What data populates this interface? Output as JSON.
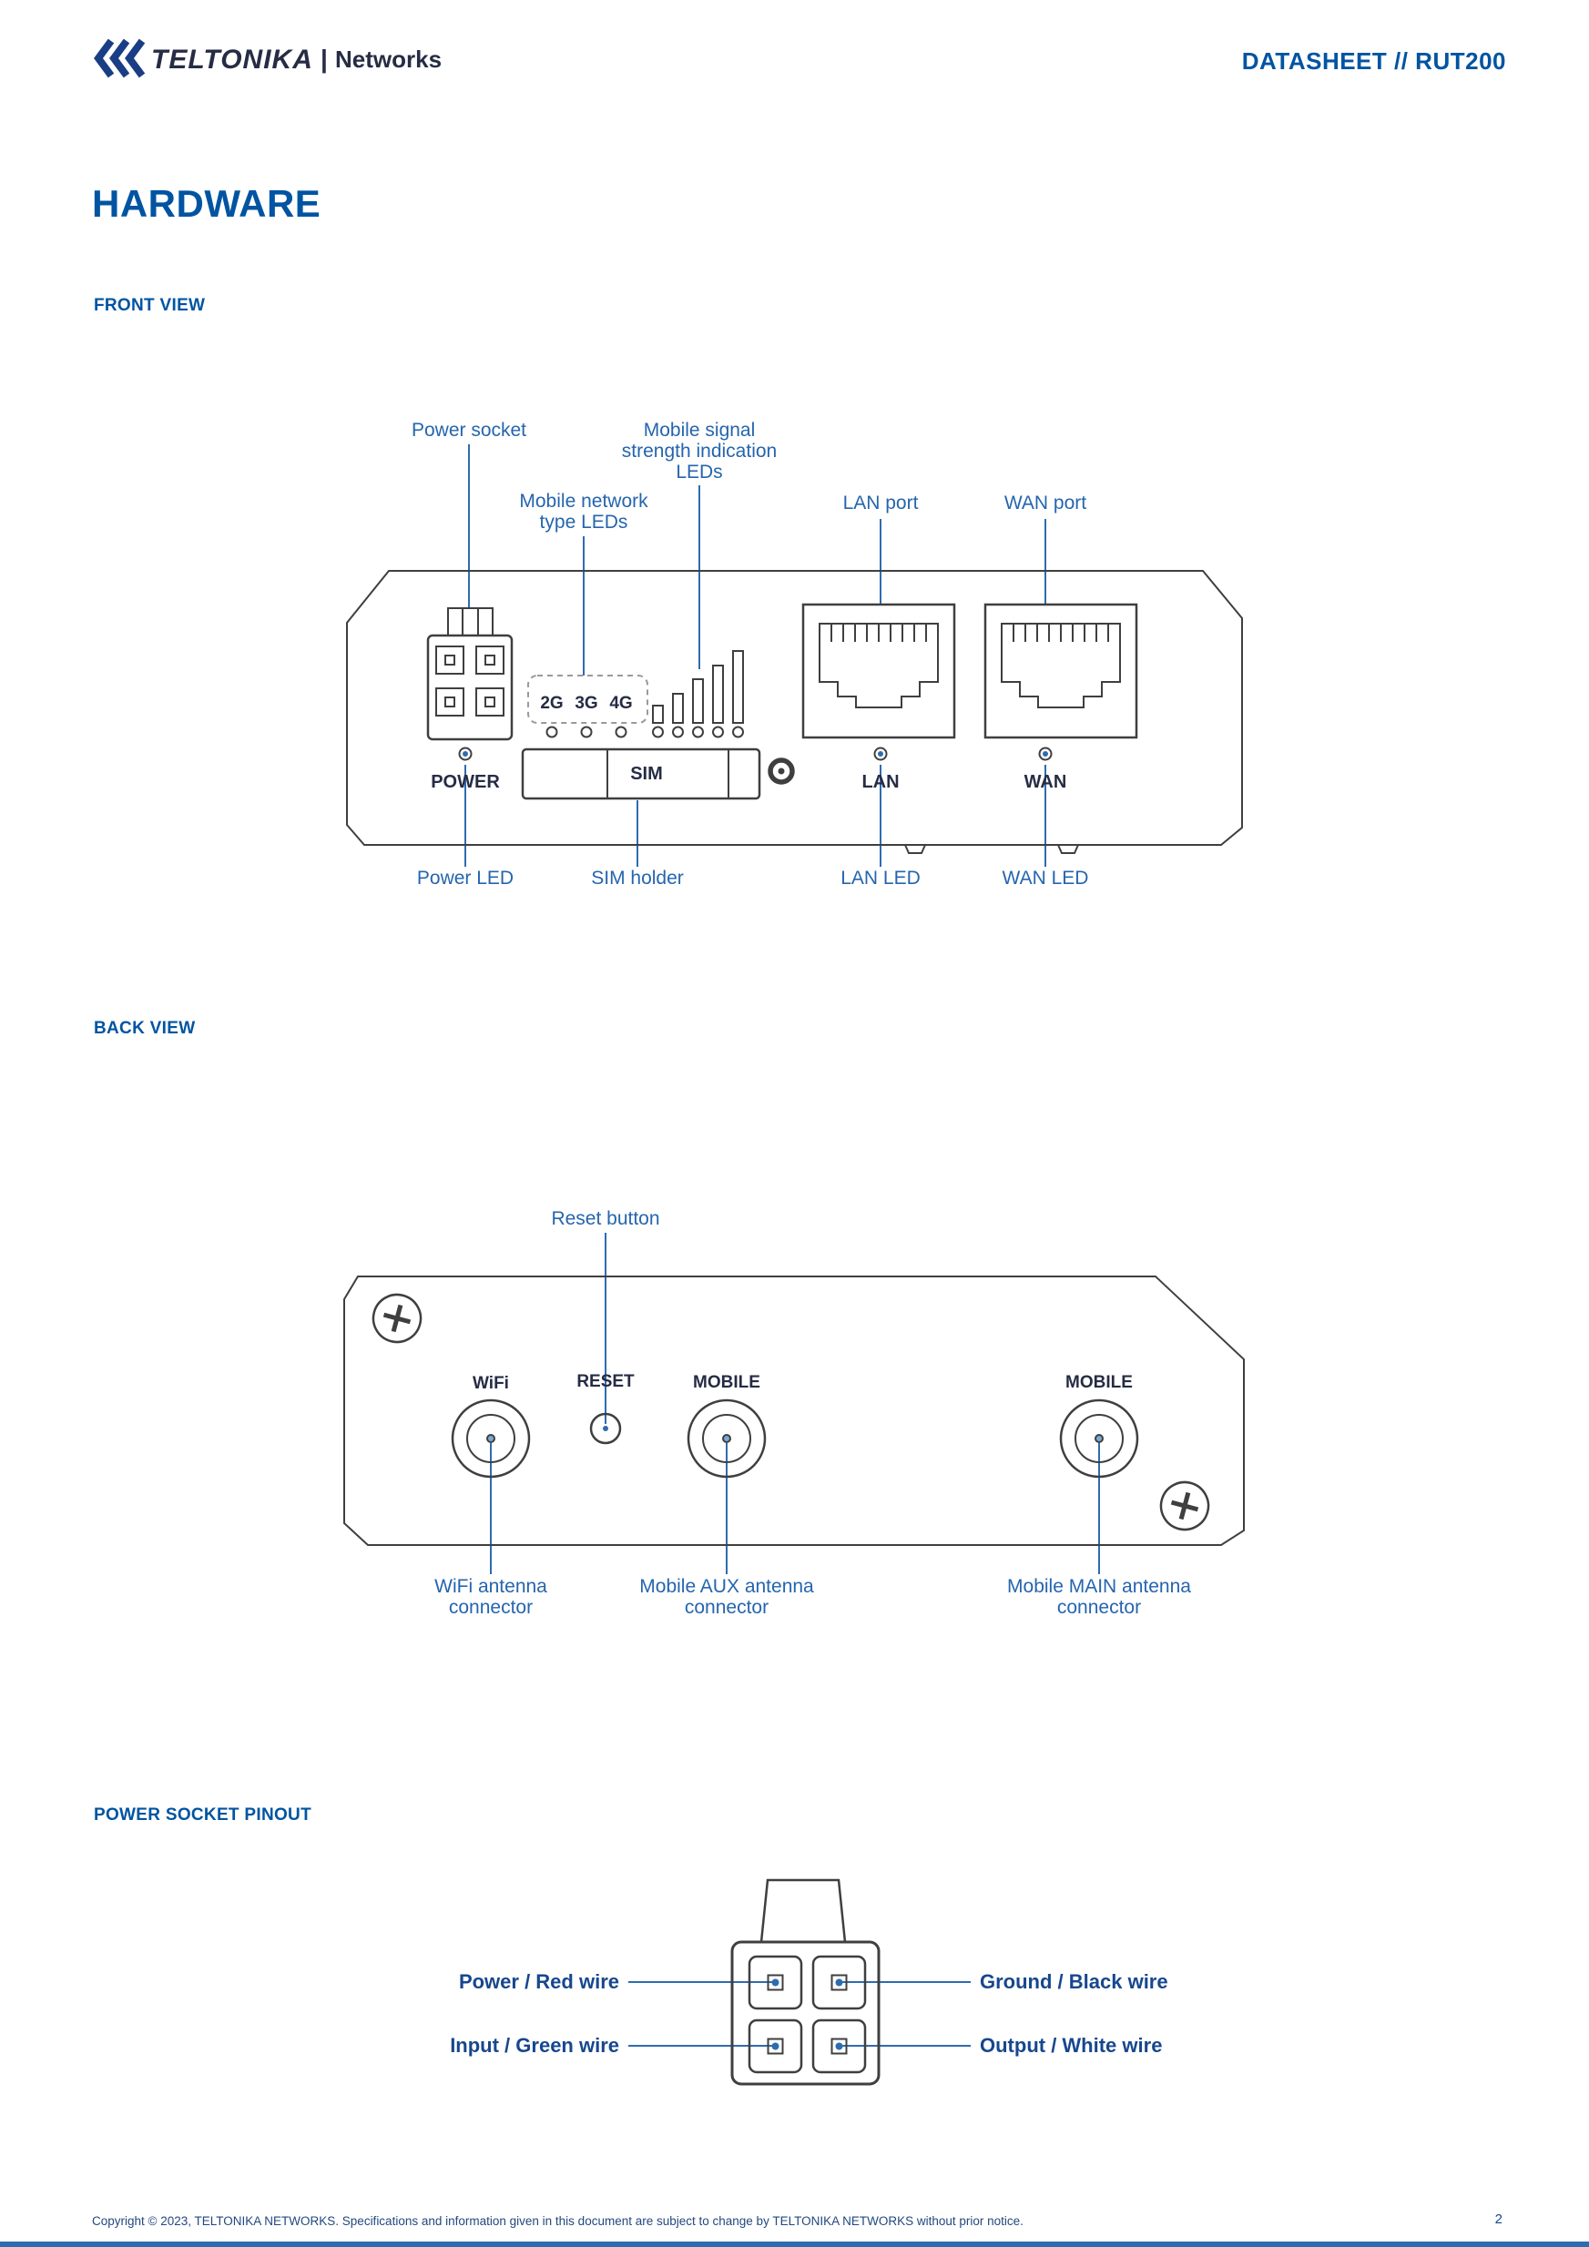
{
  "colors": {
    "heading_blue": "#0054a2",
    "callout_blue": "#2565ae",
    "line_blue": "#2e6cb0",
    "logo_navy": "#1a3e85",
    "logo_light_blue": "#2f6db5",
    "device_text": "#262c44",
    "outline_gray": "#3f3f3f"
  },
  "header": {
    "brand": "TELTONIKA",
    "brand_divider": "|",
    "brand_suffix": "Networks",
    "doc_title": "DATASHEET // RUT200"
  },
  "title": "HARDWARE",
  "front_view": {
    "heading": "FRONT VIEW",
    "callout_power_socket": "Power socket",
    "callout_signal_leds": "Mobile signal\nstrength indication\nLEDs",
    "callout_network_leds": "Mobile network\ntype LEDs",
    "callout_lan_port": "LAN port",
    "callout_wan_port": "WAN port",
    "callout_power_led": "Power LED",
    "callout_sim_holder": "SIM holder",
    "callout_lan_led": "LAN LED",
    "callout_wan_led": "WAN LED",
    "marking_2g": "2G",
    "marking_3g": "3G",
    "marking_4g": "4G",
    "marking_power": "POWER",
    "marking_sim": "SIM",
    "marking_lan": "LAN",
    "marking_wan": "WAN"
  },
  "back_view": {
    "heading": "BACK VIEW",
    "callout_reset": "Reset button",
    "callout_wifi": "WiFi antenna\nconnector",
    "callout_mobile_aux": "Mobile AUX antenna\nconnector",
    "callout_mobile_main": "Mobile MAIN antenna\nconnector",
    "marking_wifi": "WiFi",
    "marking_reset": "RESET",
    "marking_mobile_aux": "MOBILE",
    "marking_mobile_main": "MOBILE"
  },
  "pinout": {
    "heading": "POWER SOCKET PINOUT",
    "label_power": "Power / Red wire",
    "label_input": "Input / Green wire",
    "label_ground": "Ground / Black wire",
    "label_output": "Output / White wire"
  },
  "footer": {
    "copyright": "Copyright © 2023, TELTONIKA NETWORKS. Specifications and information given in this document are subject to change by TELTONIKA NETWORKS without prior notice.",
    "page_number": "2"
  }
}
